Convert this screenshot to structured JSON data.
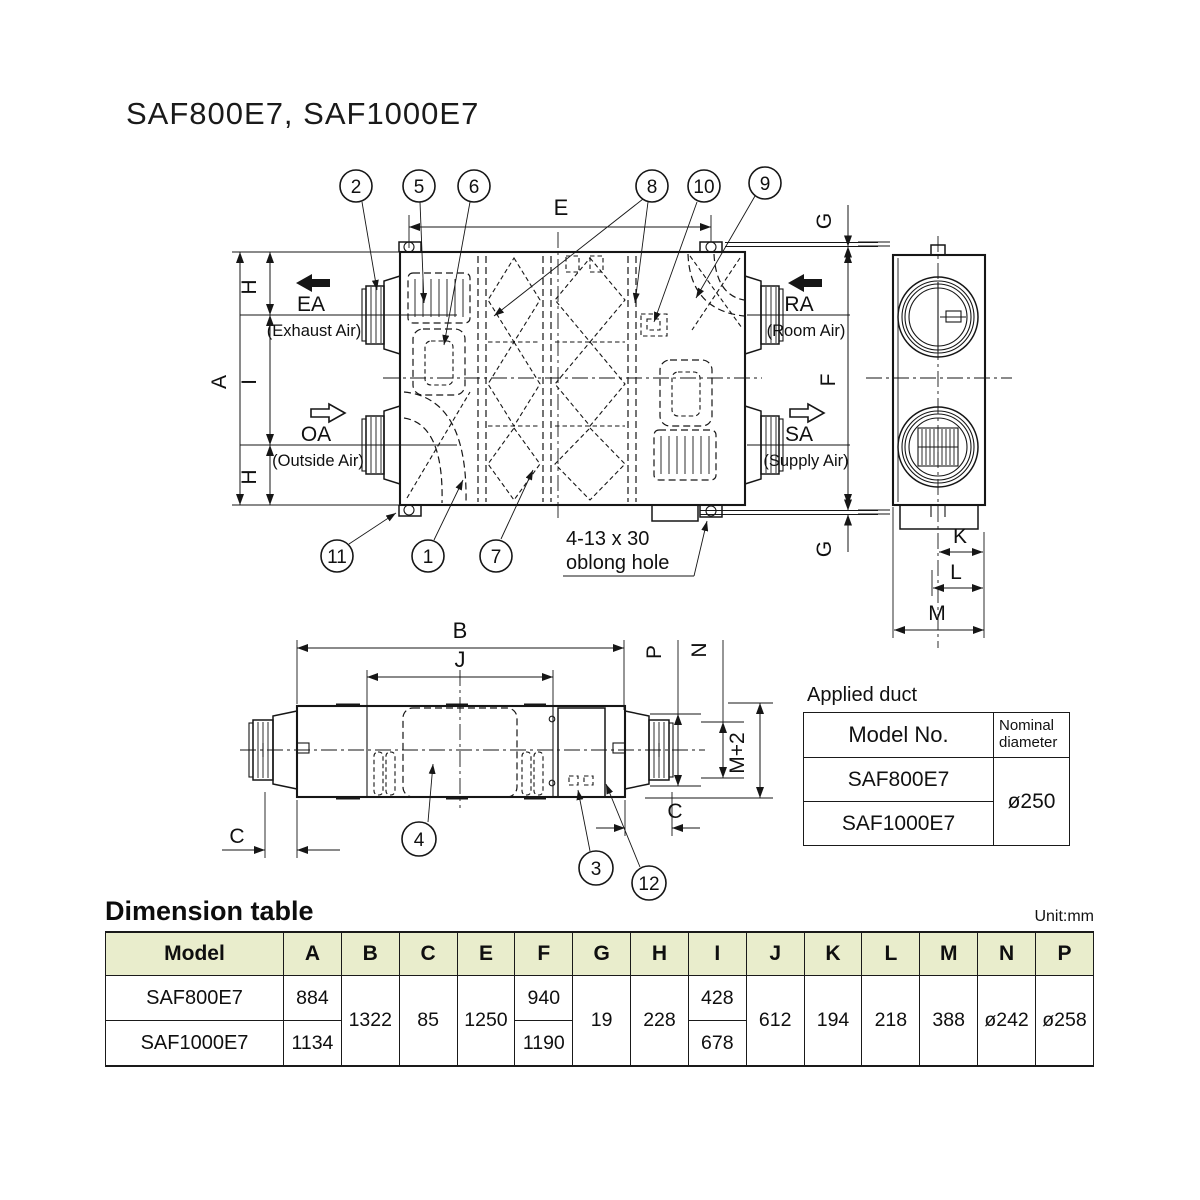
{
  "title": "SAF800E7, SAF1000E7",
  "plan": {
    "callouts": {
      "c2": "2",
      "c5": "5",
      "c6": "6",
      "c8": "8",
      "c10": "10",
      "c9": "9",
      "c11": "11",
      "c1": "1",
      "c7": "7"
    },
    "dims": {
      "e": "E",
      "g_top": "G",
      "h_top": "H",
      "a": "A",
      "i": "I",
      "h_bot": "H",
      "f": "F",
      "g_bot": "G"
    },
    "ports": {
      "ea": "EA",
      "ea_full": "(Exhaust Air)",
      "oa": "OA",
      "oa_full": "(Outside Air)",
      "ra": "RA",
      "ra_full": "(Room Air)",
      "sa": "SA",
      "sa_full": "(Supply Air)"
    },
    "note_line1": "4-13 x 30",
    "note_line2": "oblong hole"
  },
  "side": {
    "dims": {
      "k": "K",
      "l": "L",
      "m": "M"
    }
  },
  "front": {
    "dims": {
      "b": "B",
      "j": "J",
      "p": "P",
      "n": "N",
      "m_plus_2": "M+2",
      "c_left": "C",
      "c_right": "C"
    },
    "callouts": {
      "c4": "4",
      "c3": "3",
      "c12": "12"
    }
  },
  "applied_duct": {
    "title": "Applied duct",
    "header_model": "Model No.",
    "header_diameter_line1": "Nominal",
    "header_diameter_line2": "diameter",
    "row1_model": "SAF800E7",
    "row2_model": "SAF1000E7",
    "diameter": "ø250"
  },
  "dimension_table": {
    "title": "Dimension table",
    "unit": "Unit:mm",
    "headers": [
      "Model",
      "A",
      "B",
      "C",
      "E",
      "F",
      "G",
      "H",
      "I",
      "J",
      "K",
      "L",
      "M",
      "N",
      "P"
    ],
    "rows": {
      "saf800": {
        "model": "SAF800E7",
        "a": "884",
        "f": "940",
        "i": "428"
      },
      "saf1000": {
        "model": "SAF1000E7",
        "a": "1134",
        "f": "1190",
        "i": "678"
      }
    },
    "shared": {
      "b": "1322",
      "c": "85",
      "e": "1250",
      "g": "19",
      "h": "228",
      "j": "612",
      "k": "194",
      "l": "218",
      "m": "388",
      "n": "ø242",
      "p": "ø258"
    }
  }
}
